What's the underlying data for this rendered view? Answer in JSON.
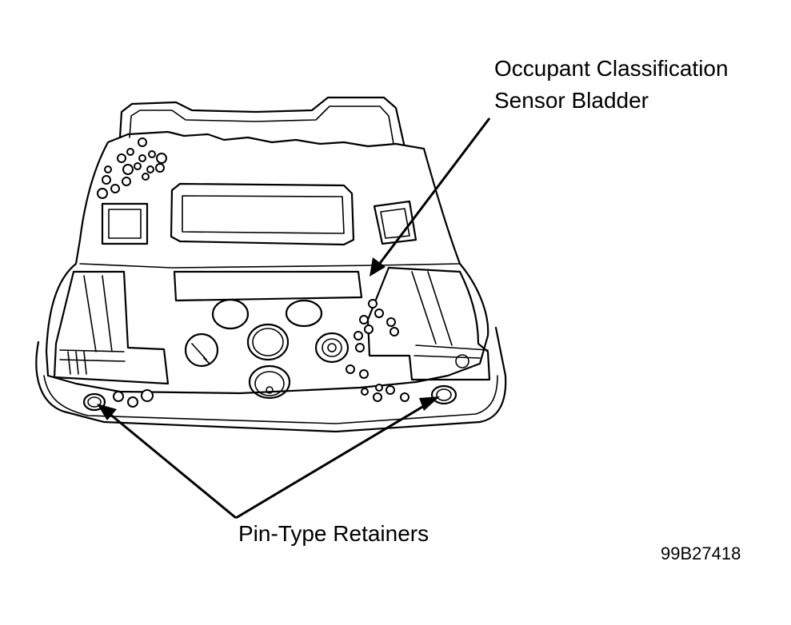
{
  "labels": {
    "bladder_line1": "Occupant Classification",
    "bladder_line2": "Sensor Bladder",
    "retainers": "Pin-Type Retainers",
    "figure_code": "99B27418"
  },
  "colors": {
    "ink": "#000000",
    "background": "#ffffff"
  }
}
